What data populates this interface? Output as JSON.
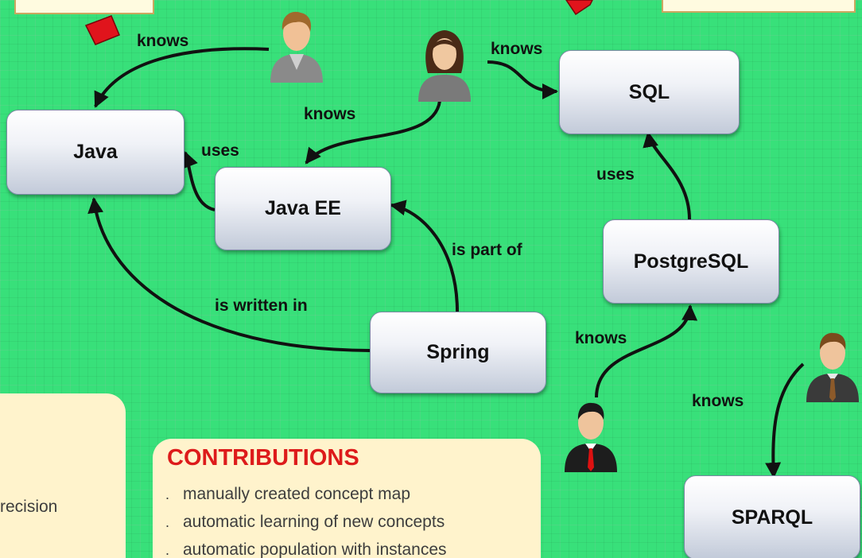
{
  "nodes": {
    "java": "Java",
    "javaee": "Java EE",
    "sql": "SQL",
    "postgresql": "PostgreSQL",
    "spring": "Spring",
    "sparql": "SPARQL"
  },
  "edges": {
    "user1_knows_java": "knows",
    "user2_knows_javaee": "knows",
    "user2_knows_sql": "knows",
    "javaee_uses_java": "uses",
    "postgresql_uses_sql": "uses",
    "spring_part_of_javaee": "is part of",
    "spring_written_in_java": "is written in",
    "user3_knows_postgresql": "knows",
    "user4_knows_sparql": "knows"
  },
  "contributions": {
    "title": "CONTRIBUTIONS",
    "items": [
      "manually created concept map",
      "automatic learning of new concepts",
      "automatic population with instances"
    ]
  },
  "left_panel": {
    "partial_text": "recision"
  },
  "people": [
    {
      "id": "user1",
      "icon": "man-user-icon"
    },
    {
      "id": "user2",
      "icon": "woman-user-icon"
    },
    {
      "id": "user3",
      "icon": "businessman-red-tie-icon"
    },
    {
      "id": "user4",
      "icon": "businessman-icon"
    }
  ],
  "colors": {
    "background": "#38e07a",
    "contributions_title": "#dd1b1b",
    "panel": "#fff3cc",
    "pin": "#e0141c"
  }
}
